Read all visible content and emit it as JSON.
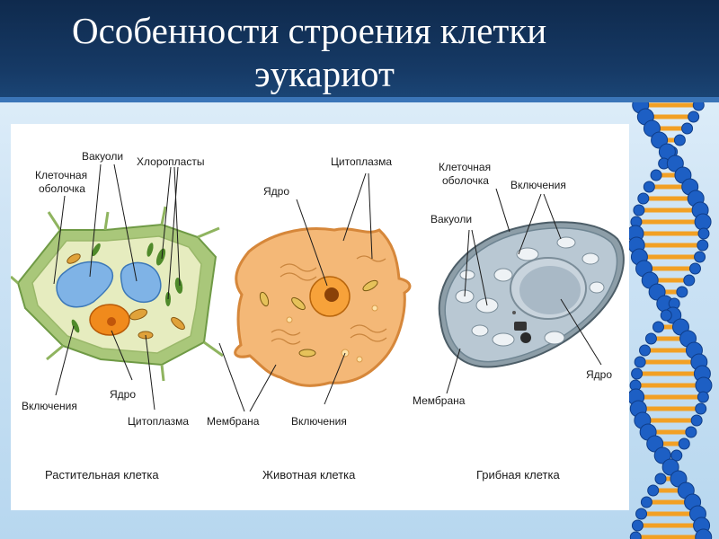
{
  "slide": {
    "title_line1": "Особенности строения клетки",
    "title_line2": "эукариот"
  },
  "colors": {
    "header": "#163a66",
    "plant_wall": "#a9c77a",
    "plant_cytoplasm": "#e6ecbf",
    "animal_cytoplasm": "#f4b877",
    "fungal_cytoplasm": "#b9c8d3",
    "nucleus": "#f08a1c",
    "vacuole": "#7fb3e6"
  },
  "plant": {
    "label_vacuoles": "Вакуоли",
    "label_chloroplasts": "Хлоропласты",
    "label_wall_1": "Клеточная",
    "label_wall_2": "оболочка",
    "label_inclusions": "Включения",
    "label_nucleus": "Ядро",
    "label_cytoplasm": "Цитоплазма",
    "caption": "Растительная клетка"
  },
  "animal": {
    "label_cytoplasm": "Цитоплазма",
    "label_nucleus": "Ядро",
    "label_membrane": "Мембрана",
    "label_inclusions": "Включения",
    "caption": "Животная клетка"
  },
  "fungal": {
    "label_wall_1": "Клеточная",
    "label_wall_2": "оболочка",
    "label_inclusions": "Включения",
    "label_vacuoles": "Вакуоли",
    "label_nucleus": "Ядро",
    "label_membrane": "Мембрана",
    "caption": "Грибная клетка"
  }
}
